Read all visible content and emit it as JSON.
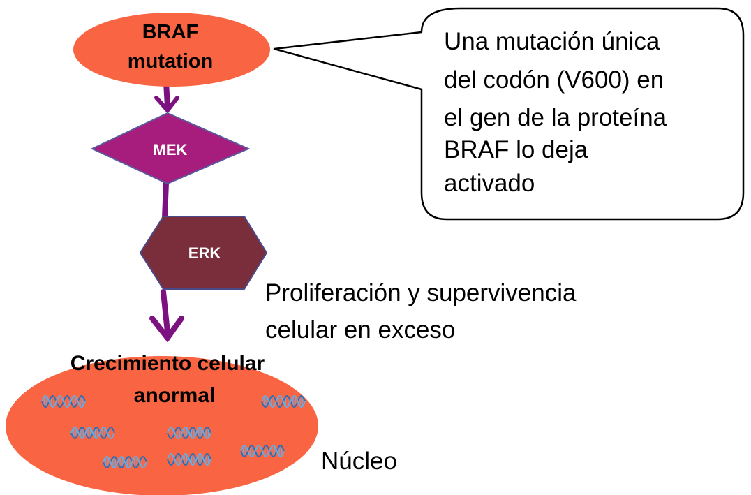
{
  "nodes": {
    "braf": {
      "line1": "BRAF",
      "line2": "mutation"
    },
    "mek": {
      "label": "MEK"
    },
    "erk": {
      "label": "ERK"
    },
    "nucleus": {
      "line1": "Crecimiento celular",
      "line2": "anormal"
    }
  },
  "callout": {
    "lines": [
      "Una mutación única",
      "del codón (V600) en",
      "el gen de la proteína",
      "BRAF lo deja",
      "activado"
    ]
  },
  "annotations": {
    "proliferation_line1": "Proliferación y supervivencia",
    "proliferation_line2": "celular en exceso",
    "nucleus_label": "Núcleo"
  },
  "colors": {
    "orange": "#F96542",
    "magenta": "#A61D7D",
    "maroon": "#7A2E3C",
    "arrow": "#7B1280",
    "dna_blue": "#2E6DB4",
    "dna_light": "#6FA8DC"
  },
  "icons": {
    "dna": "dna-helix-icon"
  }
}
